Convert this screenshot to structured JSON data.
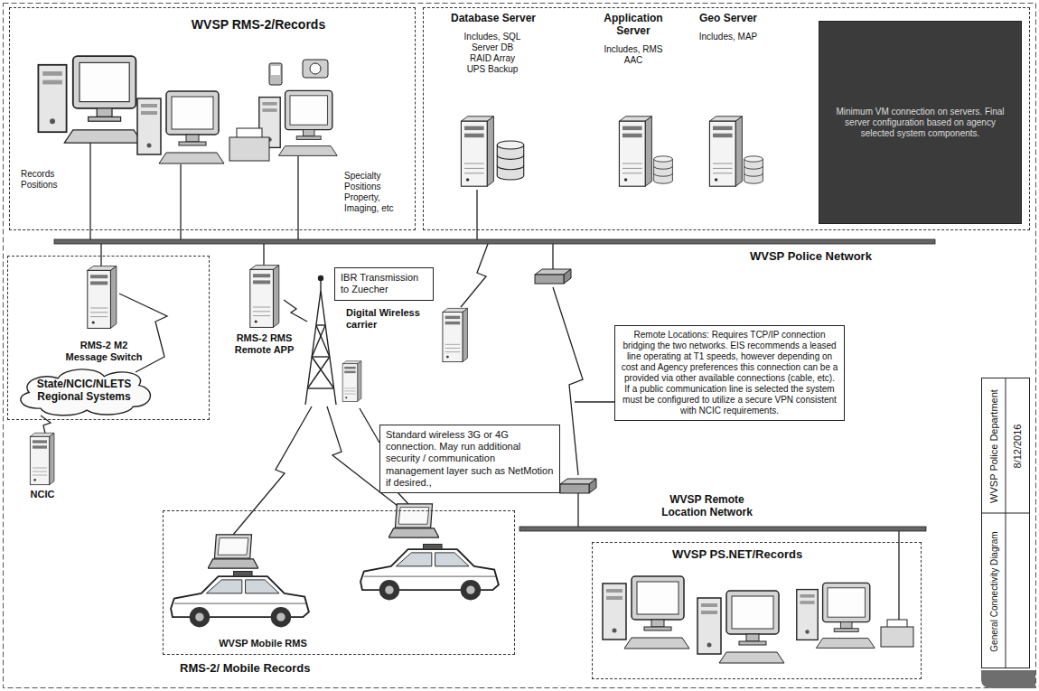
{
  "diagram": {
    "nodes": [
      {
        "text": [
          "WVSP RMS-2/Records",
          "Records Positions",
          "Specialty Positions Property, Imaging, etc"
        ]
      },
      {
        "text": [
          "Database Server",
          "Includes, SQL Server DB RAID Array UPS Backup",
          "Application Server",
          "Includes, RMS AAC",
          "Geo Server",
          "Includes, MAP"
        ]
      },
      {
        "text": [
          "Minimum VM connection on servers. Final server configuration based on agency selected system components."
        ],
        "in": 1
      },
      {
        "text": [
          "RMS-2 M2 Message Switch"
        ]
      },
      {
        "text": [
          "State/NCIC/NLETS Regional Systems"
        ],
        "in": 3
      },
      {
        "text": [
          "IBR Transmission to Zuecher"
        ]
      },
      {
        "text": [
          "Standard wireless 3G or 4G connection. May run additional security / communication management layer such as NetMotion if desired.,"
        ]
      },
      {
        "text": [
          "Remote Locations: Requires TCP/IP connection bridging the two networks. EIS recommends a leased line operating at T1 speeds, however depending on cost and Agency preferences this connection can be a provided via other available connections (cable, etc). If a public communication line is selected the system must be configured to utilize a secure VPN consistent with NCIC requirements."
        ]
      },
      {
        "text": [
          "WVSP Mobile RMS",
          "RMS-2/ Mobile Records"
        ]
      },
      {
        "text": [
          "WVSP PS.NET/Records"
        ]
      },
      {
        "text": [
          "WVSP Police Department",
          "8/12/2016",
          "General Connectivity Diagram"
        ]
      }
    ],
    "labels": [
      "WVSP Police Network",
      "NCIC",
      "RMS-2 RMS Remote APP",
      "Digital Wireless carrier",
      "WVSP Remote Location Network"
    ]
  }
}
